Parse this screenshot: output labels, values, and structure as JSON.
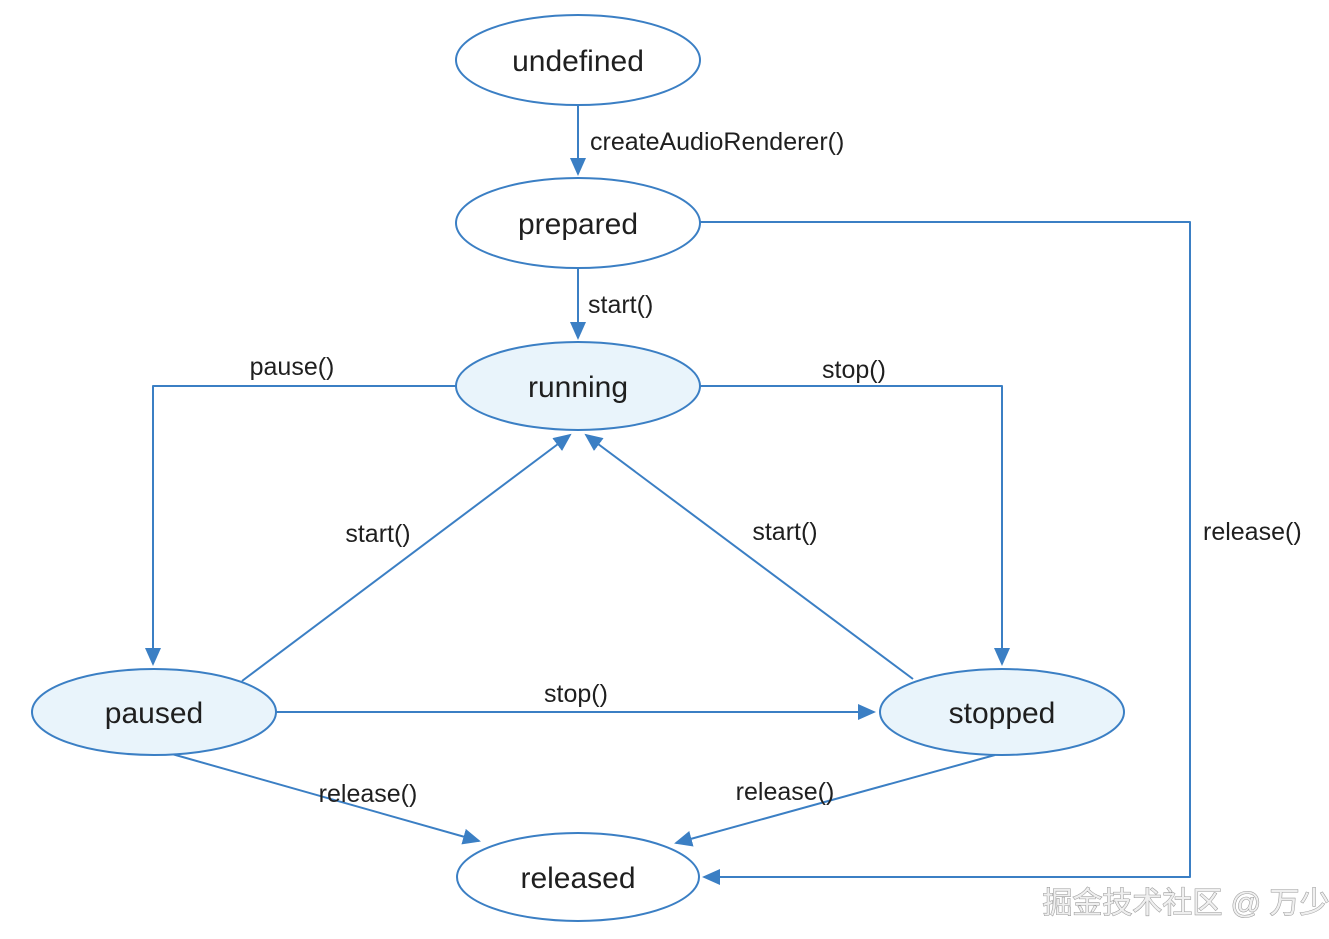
{
  "diagram": {
    "type": "state-machine",
    "colors": {
      "line": "#3b7fc4",
      "node_fill_highlight": "#e9f4fb",
      "node_fill_plain": "#ffffff",
      "text": "#1f1f1f",
      "watermark_gray": "#9a9a9a",
      "background": "#ffffff"
    },
    "nodes": [
      {
        "id": "undefined",
        "label": "undefined",
        "fill": "#ffffff"
      },
      {
        "id": "prepared",
        "label": "prepared",
        "fill": "#ffffff"
      },
      {
        "id": "running",
        "label": "running",
        "fill": "#e9f4fb"
      },
      {
        "id": "paused",
        "label": "paused",
        "fill": "#e9f4fb"
      },
      {
        "id": "stopped",
        "label": "stopped",
        "fill": "#e9f4fb"
      },
      {
        "id": "released",
        "label": "released",
        "fill": "#ffffff"
      }
    ],
    "edges": [
      {
        "from": "undefined",
        "to": "prepared",
        "label": "createAudioRenderer()"
      },
      {
        "from": "prepared",
        "to": "running",
        "label": "start()"
      },
      {
        "from": "running",
        "to": "paused",
        "label": "pause()"
      },
      {
        "from": "running",
        "to": "stopped",
        "label": "stop()"
      },
      {
        "from": "paused",
        "to": "running",
        "label": "start()"
      },
      {
        "from": "stopped",
        "to": "running",
        "label": "start()"
      },
      {
        "from": "paused",
        "to": "stopped",
        "label": "stop()"
      },
      {
        "from": "paused",
        "to": "released",
        "label": "release()"
      },
      {
        "from": "stopped",
        "to": "released",
        "label": "release()"
      },
      {
        "from": "prepared",
        "to": "released",
        "label": "release()"
      }
    ],
    "watermark": "掘金技术社区 @ 万少"
  }
}
